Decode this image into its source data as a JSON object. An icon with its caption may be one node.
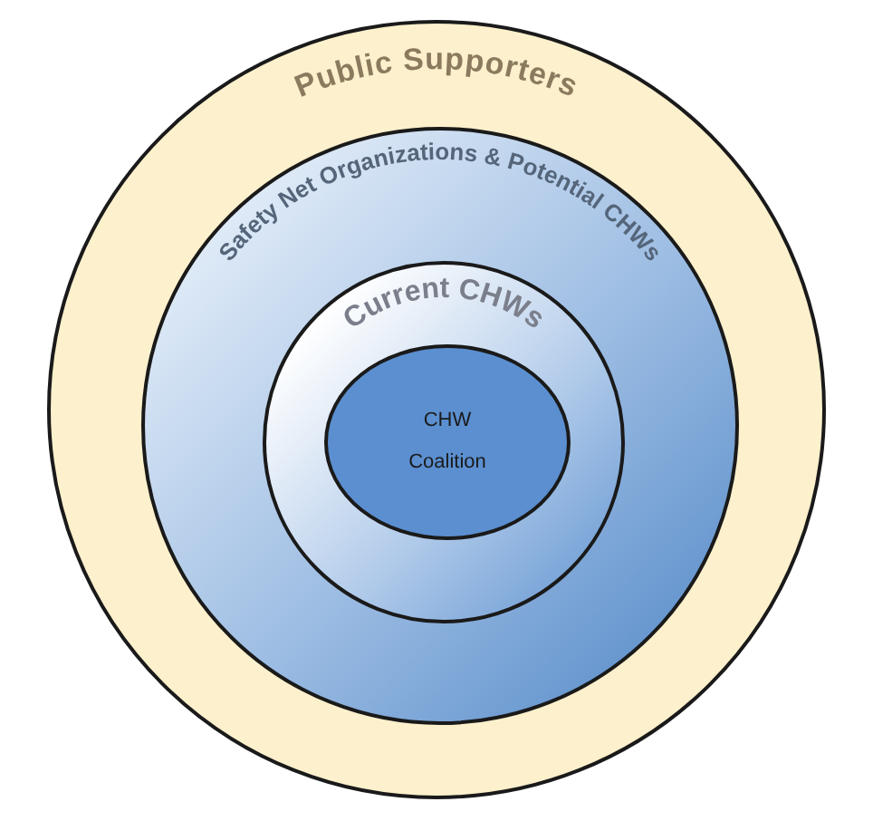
{
  "diagram": {
    "nodes": [
      {
        "text": [
          "Public Supporters"
        ]
      },
      {
        "text": [
          "Safety Net Organizations & Potential CHWs"
        ],
        "in": 0
      },
      {
        "text": [
          "Current CHWs"
        ],
        "in": 1
      },
      {
        "text": [
          "CHW Coalition"
        ],
        "in": 2
      }
    ]
  }
}
